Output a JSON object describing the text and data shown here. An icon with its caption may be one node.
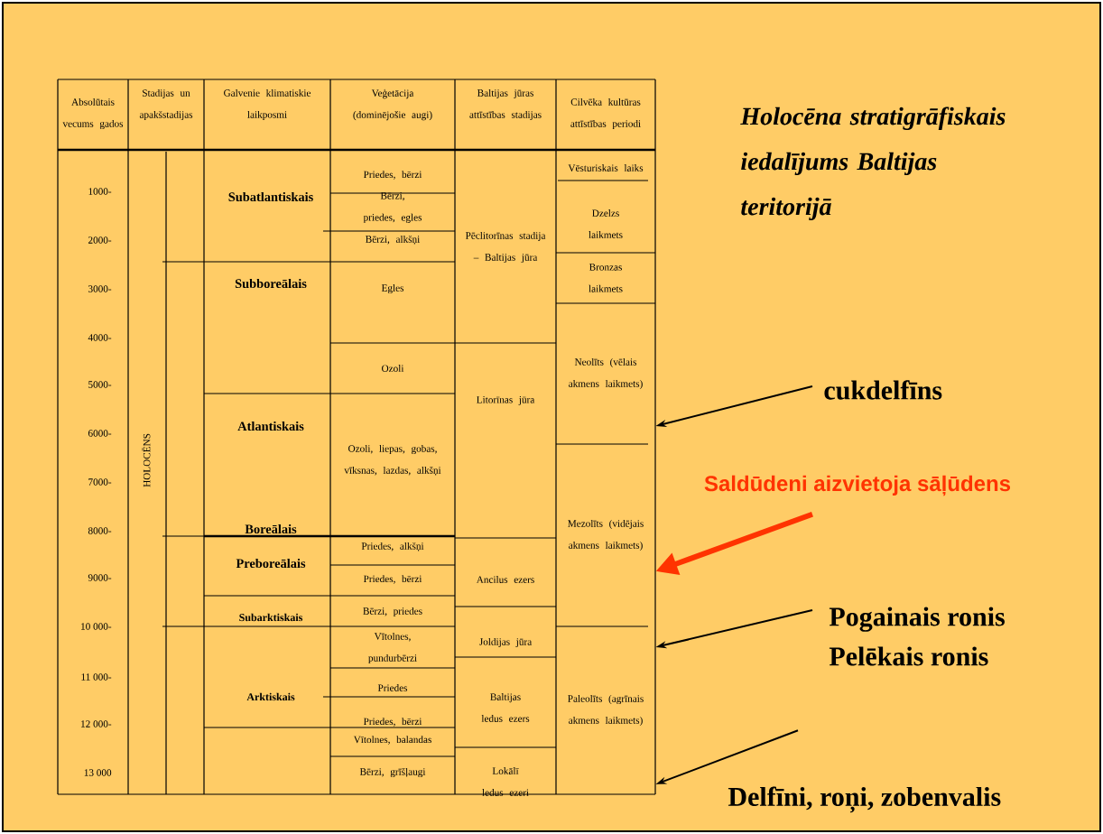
{
  "diagram": {
    "title": "Holocēna stratigrāfiskais iedalījums Baltijas teritorijā",
    "nodes": [
      {
        "text": [
          "Neolīts (vēlais akmens laikmets)"
        ]
      },
      {
        "text": [
          "Mezolīts (vidējais akmens laikmets)"
        ]
      },
      {
        "text": [
          "Paleolīts (agrīnais akmens laikmets)"
        ]
      },
      {
        "text": [
          "cukdelfīns"
        ]
      },
      {
        "text": [
          "Saldūdeni aizvietoja sāļūdens"
        ]
      },
      {
        "text": [
          "Pogainais ronis",
          "Pelēkais ronis"
        ]
      },
      {
        "text": [
          "Delfīni, roņi, zobenvalis"
        ]
      }
    ],
    "edges": [
      {
        "from": 3,
        "to": 0,
        "arrow": "to"
      },
      {
        "from": 4,
        "to": 1,
        "arrow": "to",
        "style": "thick",
        "color": "#ff3300"
      },
      {
        "from": 5,
        "to": 2,
        "arrow": "to"
      },
      {
        "from": 6,
        "to": 2,
        "arrow": "to"
      }
    ],
    "labels": [
      "Absolūtais vecums gados",
      "Stadijas un apakšstadijas",
      "Galvenie klimatiskie laikposmi",
      "Veģetācija (dominējošie augi)",
      "Baltijas jūras attīstības stadijas",
      "Cilvēka kultūras attīstības periodi",
      "1000-",
      "2000-",
      "3000-",
      "4000-",
      "5000-",
      "6000-",
      "7000-",
      "8000-",
      "9000-",
      "10 000-",
      "11 000-",
      "12 000-",
      "13 000",
      "HOLOCĒNS",
      "Subatlantiskais",
      "Subboreālais",
      "Atlantiskais",
      "Boreālais",
      "Preboreālais",
      "Subarktiskais",
      "Arktiskais",
      "Priedes, bērzi",
      "Bērzi, priedes, egles",
      "Bērzi, alkšņi",
      "Egles",
      "Ozoli",
      "Ozoli, liepas, gobas, vīksnas, lazdas, alkšņi",
      "Priedes, alkšņi",
      "Priedes, bērzi",
      "Bērzi, priedes",
      "Vītolnes, pundurbērzi",
      "Priedes",
      "Priedes, bērzi",
      "Vītolnes, balandas",
      "Bērzi, grīšļaugi",
      "Pēclitorīnas stadija – Baltijas jūra",
      "Litorīnas jūra",
      "Ancilus ezers",
      "Joldijas jūra",
      "Baltijas ledus ezers",
      "Lokālī ledus ezeri",
      "Vēsturiskais laiks",
      "Dzelzs laikmets",
      "Bronzas laikmets"
    ]
  }
}
